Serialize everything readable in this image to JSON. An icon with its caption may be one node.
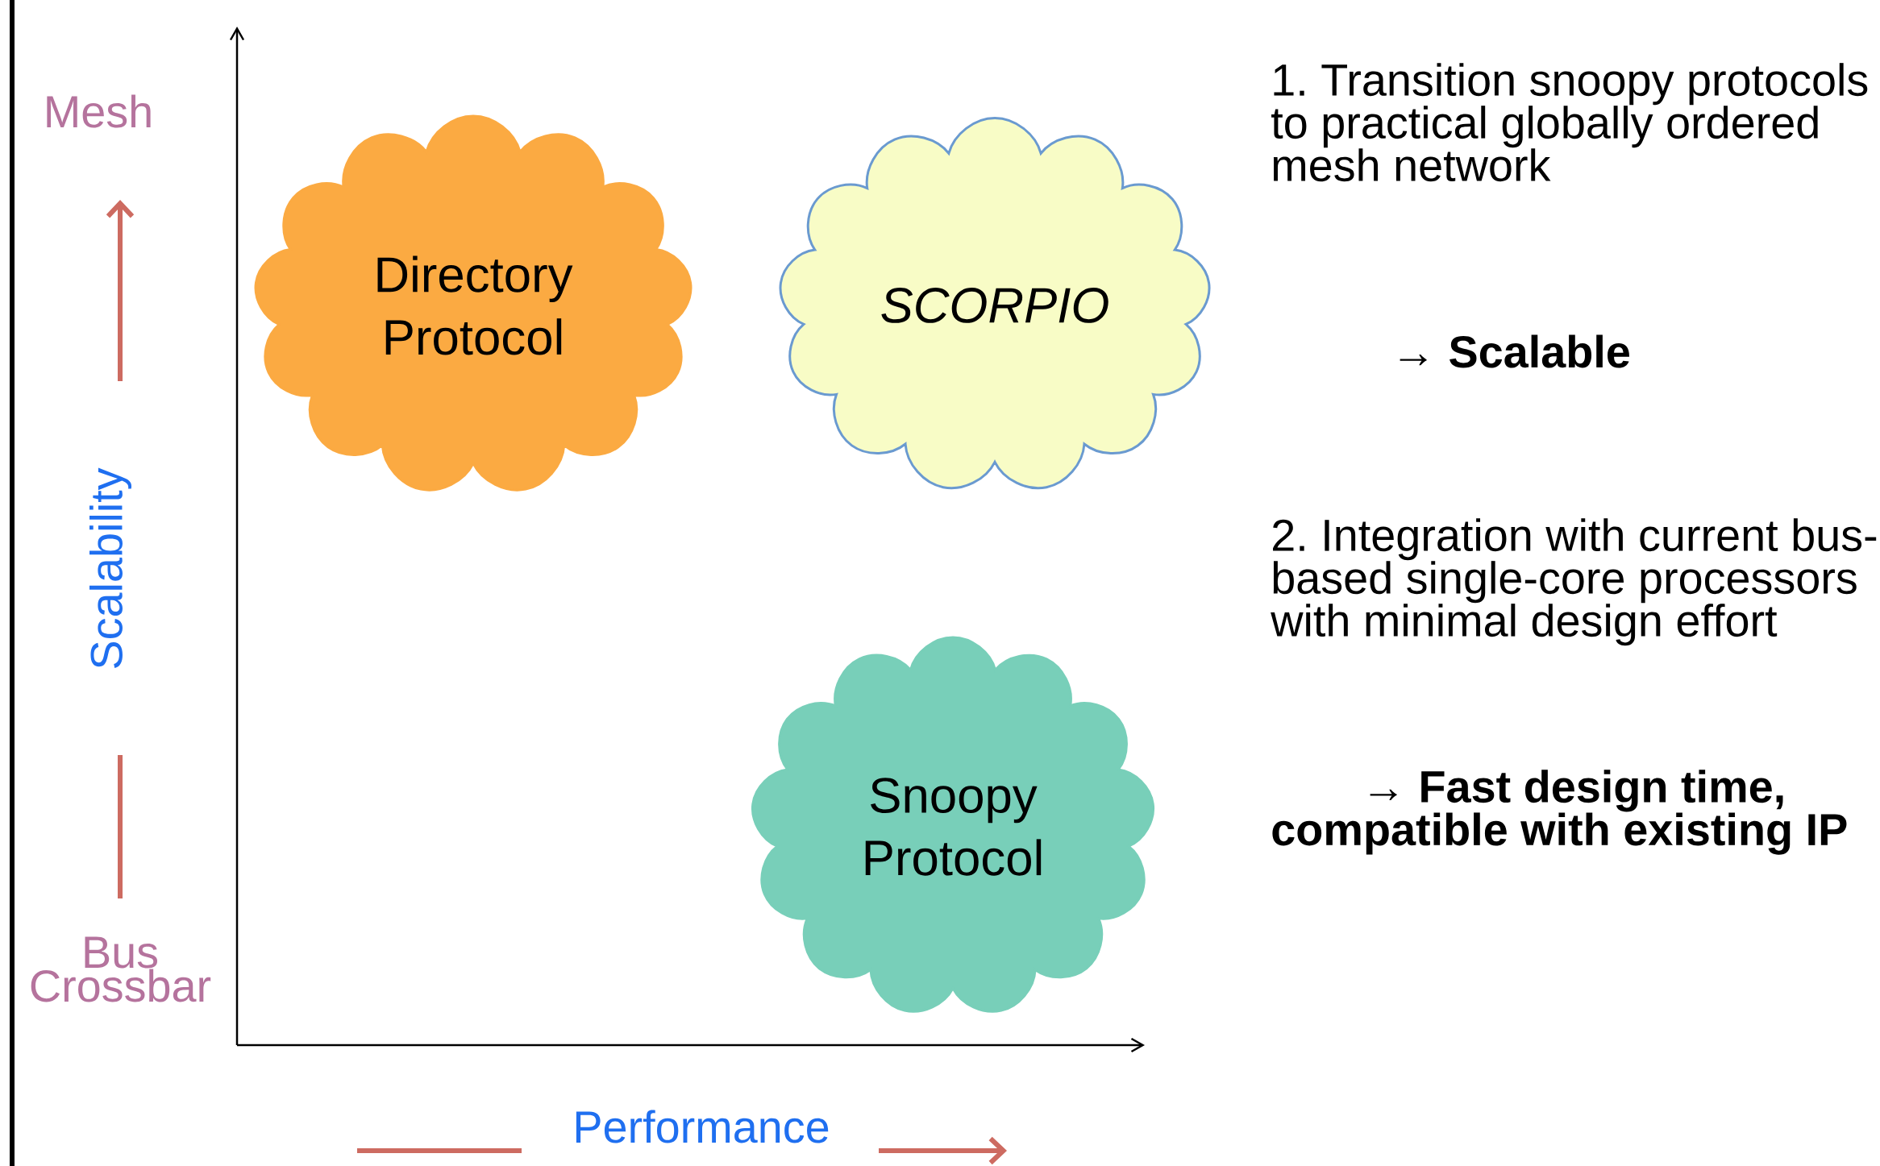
{
  "diagram": {
    "nodes": [
      {
        "text": [
          "Directory Protocol"
        ]
      },
      {
        "text": [
          "SCORPIO"
        ]
      },
      {
        "text": [
          "Snoopy Protocol"
        ]
      }
    ],
    "labels": [
      "Mesh",
      "Scalability",
      "Bus Crossbar",
      "Performance",
      "1. Transition snoopy protocols to practical globally ordered mesh network",
      "→ Scalable",
      "2. Integration with current bus-based single-core processors with minimal design effort",
      "→ Fast design time, compatible with existing IP"
    ]
  }
}
